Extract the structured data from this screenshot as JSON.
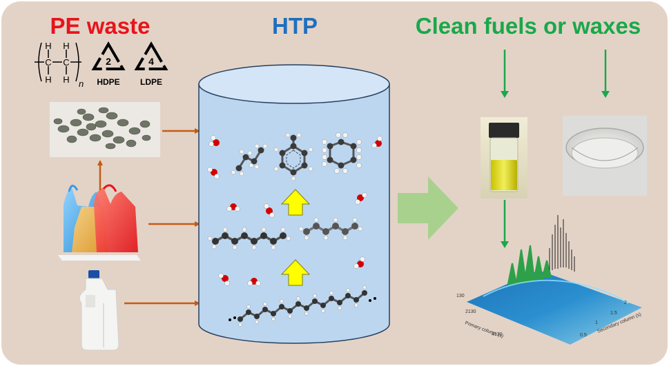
{
  "headings": {
    "left": "PE waste",
    "middle": "HTP",
    "right": "Clean fuels or waxes"
  },
  "recycle": [
    {
      "number": "2",
      "label": "HDPE"
    },
    {
      "number": "4",
      "label": "LDPE"
    }
  ],
  "polymer": {
    "atom_h": "H",
    "atom_c": "C",
    "subscript": "n"
  },
  "gc_plot": {
    "tick_primary_1": "130",
    "tick_primary_2": "2130",
    "tick_primary_3": "4130",
    "tick_secondary_1": "2",
    "tick_secondary_2": "1.5",
    "tick_secondary_3": "1",
    "tick_secondary_4": "0.5",
    "label_primary": "Primary column (s)",
    "label_secondary": "Secondary column (s)"
  },
  "colors": {
    "background": "#e3d3c7",
    "waste_red": "#e8141b",
    "htp_blue": "#1f6fbf",
    "fuel_green": "#19a84a",
    "arrow_orange": "#c55a11",
    "reactor_fill": "#bcd6ef",
    "up_arrow_yellow": "#ffff00",
    "big_arrow_green": "#a9d18e"
  }
}
